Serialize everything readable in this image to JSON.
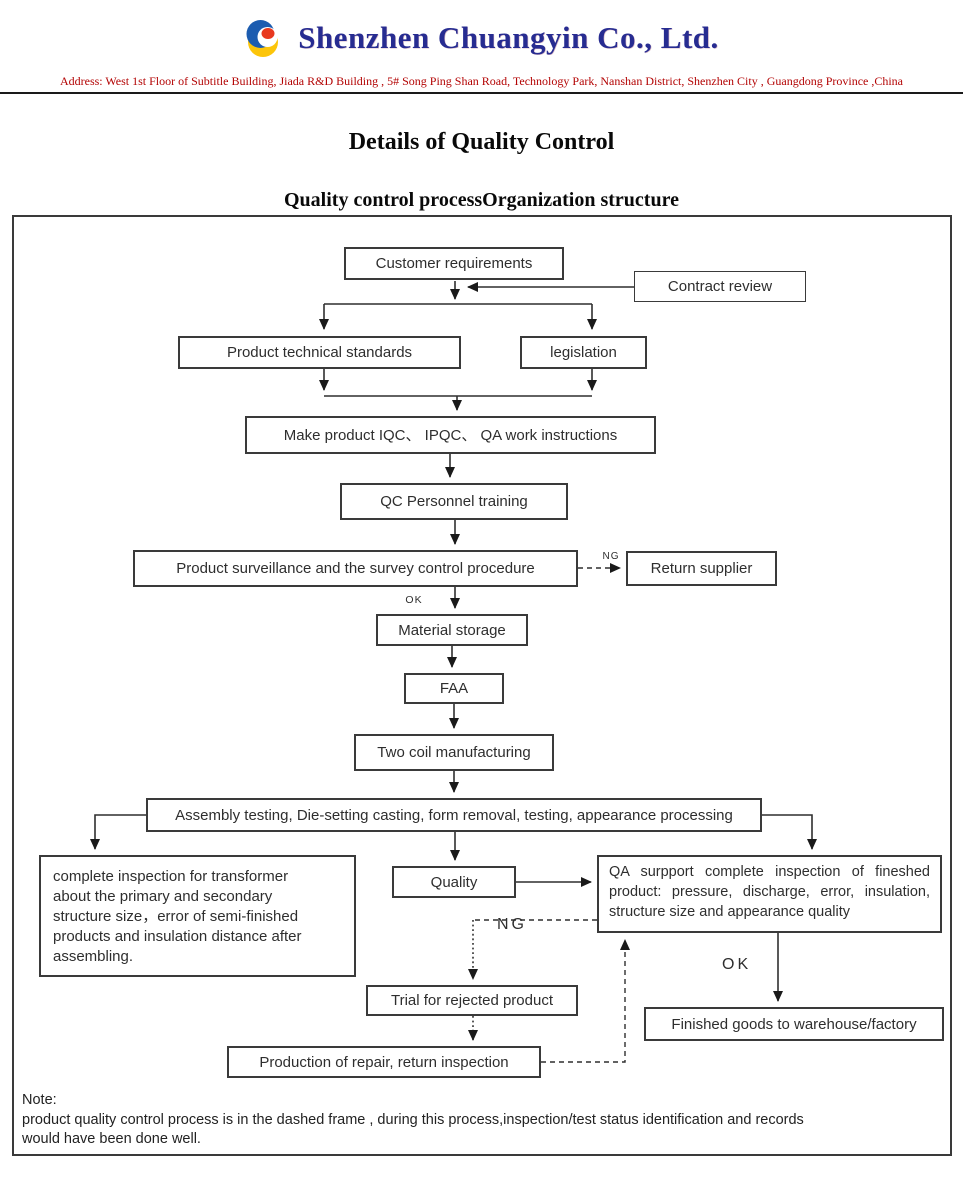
{
  "header": {
    "company": "Shenzhen Chuangyin Co., Ltd.",
    "address": "Address: West 1st Floor of Subtitle Building, Jiada R&D Building , 5# Song Ping Shan Road, Technology Park, Nanshan District, Shenzhen City , Guangdong Province ,China"
  },
  "titles": {
    "main": "Details of Quality Control",
    "subtitle": "Quality control processOrganization structure"
  },
  "flow": {
    "customer_requirements": "Customer requirements",
    "contract_review": "Contract review",
    "product_technical_standards": "Product technical standards",
    "legislation": "legislation",
    "make_product": "Make product IQC、 IPQC、 QA work instructions",
    "qc_personnel_training": "QC Personnel training",
    "product_surveillance": "Product surveillance and the survey control procedure",
    "return_supplier": "Return supplier",
    "material_storage": "Material storage",
    "faa": "FAA",
    "two_coil": "Two coil manufacturing",
    "assembly": "Assembly testing, Die-setting casting, form removal, testing, appearance processing",
    "left_inspection": "complete inspection for transformer\nabout the primary and secondary\nstructure size，error of semi-finished\nproducts and insulation distance after\nassembling.",
    "quality": "Quality",
    "qa_inspection": "QA surpport complete inspection of fineshed product: pressure, discharge, error, insulation, structure size and appearance quality",
    "trial": "Trial for rejected product",
    "production_repair": "Production of repair, return inspection",
    "finished_goods": "Finished goods to warehouse/factory",
    "labels": {
      "ng1": "NG",
      "ok1": "OK",
      "ng2": "NG",
      "ok2": "OK"
    }
  },
  "note": {
    "title": "Note:",
    "body": "product quality control process  is in the dashed frame , during this process,inspection/test status identification and records\nwould have been done well."
  },
  "colors": {
    "brand_blue": "#272c91",
    "address_red": "#b30303",
    "logo_blue": "#1c5cb0",
    "logo_yellow": "#fcc50a",
    "logo_red": "#e8391e",
    "line_dark": "#2f2f2f"
  }
}
